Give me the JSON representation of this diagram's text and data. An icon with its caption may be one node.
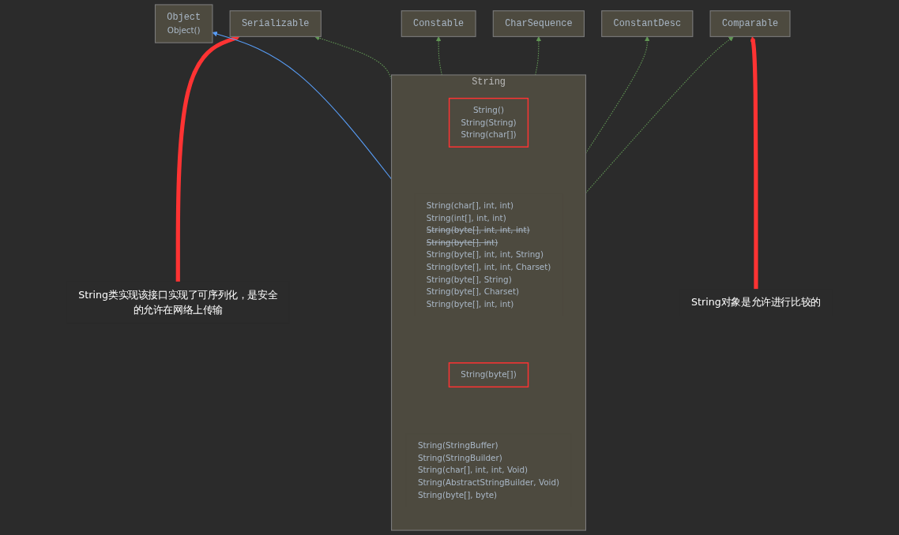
{
  "diagram": {
    "nodes": [
      {
        "text": [
          "Object",
          "Object()"
        ]
      },
      {
        "text": [
          "Serializable"
        ]
      },
      {
        "text": [
          "Constable"
        ]
      },
      {
        "text": [
          "CharSequence"
        ]
      },
      {
        "text": [
          "ConstantDesc"
        ]
      },
      {
        "text": [
          "Comparable"
        ]
      },
      {
        "text": [
          "String",
          "String(char[], int, int)",
          "String(int[], int, int)",
          "String(byte[], int, int, int)",
          "String(byte[], int)",
          "String(byte[], int, int, String)",
          "String(byte[], int, int, Charset)",
          "String(byte[], String)",
          "String(byte[], Charset)",
          "String(byte[], int, int)",
          "String(StringBuffer)",
          "String(StringBuilder)",
          "String(char[], int, int, Void)",
          "String(AbstractStringBuilder, Void)",
          "String(byte[], byte)"
        ]
      },
      {
        "text": [
          "String()",
          "String(String)",
          "String(char[])"
        ],
        "in": 6
      },
      {
        "text": [
          "String(byte[])"
        ],
        "in": 6
      },
      {
        "text": [
          "String类实现该接口实现了可序列化，是安全的允许在网络上传输"
        ]
      },
      {
        "text": [
          "String对象是允许进行比较的"
        ]
      }
    ],
    "edges": [
      {
        "from": 6,
        "to": 0,
        "arrow": "to",
        "color": "#589df6"
      },
      {
        "from": 6,
        "to": 1,
        "arrow": "to",
        "style": "dashed"
      },
      {
        "from": 6,
        "to": 2,
        "arrow": "to",
        "style": "dashed"
      },
      {
        "from": 6,
        "to": 3,
        "arrow": "to",
        "style": "dashed"
      },
      {
        "from": 6,
        "to": 4,
        "arrow": "to",
        "style": "dashed"
      },
      {
        "from": 6,
        "to": 5,
        "arrow": "to",
        "style": "dashed"
      },
      {
        "from": 9,
        "to": 1,
        "arrow": "to",
        "style": "thick",
        "color": "#ff3333"
      },
      {
        "from": 10,
        "to": 5,
        "arrow": "to",
        "style": "thick",
        "color": "#ff3333"
      }
    ]
  }
}
